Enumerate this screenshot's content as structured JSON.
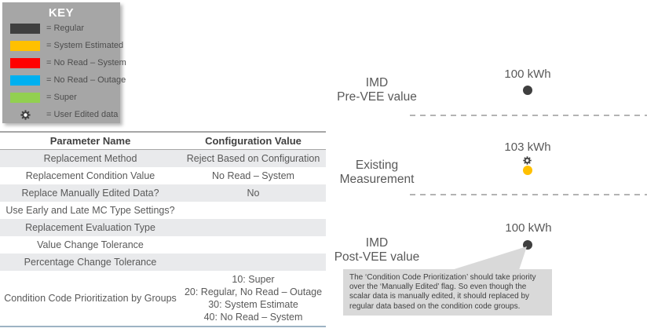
{
  "key": {
    "title": "KEY",
    "items": [
      {
        "label": "= Regular",
        "color": "#3f3f3f",
        "type": "swatch"
      },
      {
        "label": "= System Estimated",
        "color": "#ffc000",
        "type": "swatch"
      },
      {
        "label": "= No Read – System",
        "color": "#ff0000",
        "type": "swatch"
      },
      {
        "label": "= No Read – Outage",
        "color": "#00b0f0",
        "type": "swatch"
      },
      {
        "label": "= Super",
        "color": "#92d050",
        "type": "swatch"
      },
      {
        "label": "= User Edited data",
        "icon": "gear-icon",
        "type": "icon"
      }
    ]
  },
  "table": {
    "headers": [
      "Parameter Name",
      "Configuration Value"
    ],
    "rows": [
      {
        "param": "Replacement Method",
        "value": "Reject Based on Configuration"
      },
      {
        "param": "Replacement Condition Value",
        "value": "No Read – System"
      },
      {
        "param": "Replace Manually Edited Data?",
        "value": "No"
      },
      {
        "param": "Use Early and Late MC Type Settings?",
        "value": ""
      },
      {
        "param": "Replacement Evaluation Type",
        "value": ""
      },
      {
        "param": "Value Change Tolerance",
        "value": ""
      },
      {
        "param": "Percentage Change Tolerance",
        "value": ""
      },
      {
        "param": "Condition Code Prioritization by Groups",
        "value": "10: Super\n20: Regular, No Read – Outage\n30: System Estimate\n40: No Read – System"
      }
    ]
  },
  "diagram": {
    "sections": [
      {
        "label_lines": [
          "IMD",
          "Pre-VEE value"
        ],
        "value": "100 kWh",
        "marker": "regular-dot",
        "marker_color": "#3f3f3f",
        "user_edited": false
      },
      {
        "label_lines": [
          "Existing",
          "Measurement"
        ],
        "value": "103 kWh",
        "marker": "system-estimated-dot",
        "marker_color": "#ffc000",
        "user_edited": true
      },
      {
        "label_lines": [
          "IMD",
          "Post-VEE value"
        ],
        "value": "100 kWh",
        "marker": "regular-dot",
        "marker_color": "#3f3f3f",
        "user_edited": false
      }
    ],
    "callout": {
      "text": "The ‘Condition Code Prioritization’ should take priority over the ‘Manually Edited’ flag.  So even though the scalar data is manually edited, it should replaced by regular data based on the condition code groups."
    }
  },
  "colors": {
    "regular": "#3f3f3f",
    "system_estimated": "#ffc000",
    "no_read_system": "#ff0000",
    "no_read_outage": "#00b0f0",
    "super": "#92d050",
    "key_background": "#a6a6a6",
    "table_alt_row": "#e9eaec",
    "callout_background": "#d9d9d9"
  }
}
